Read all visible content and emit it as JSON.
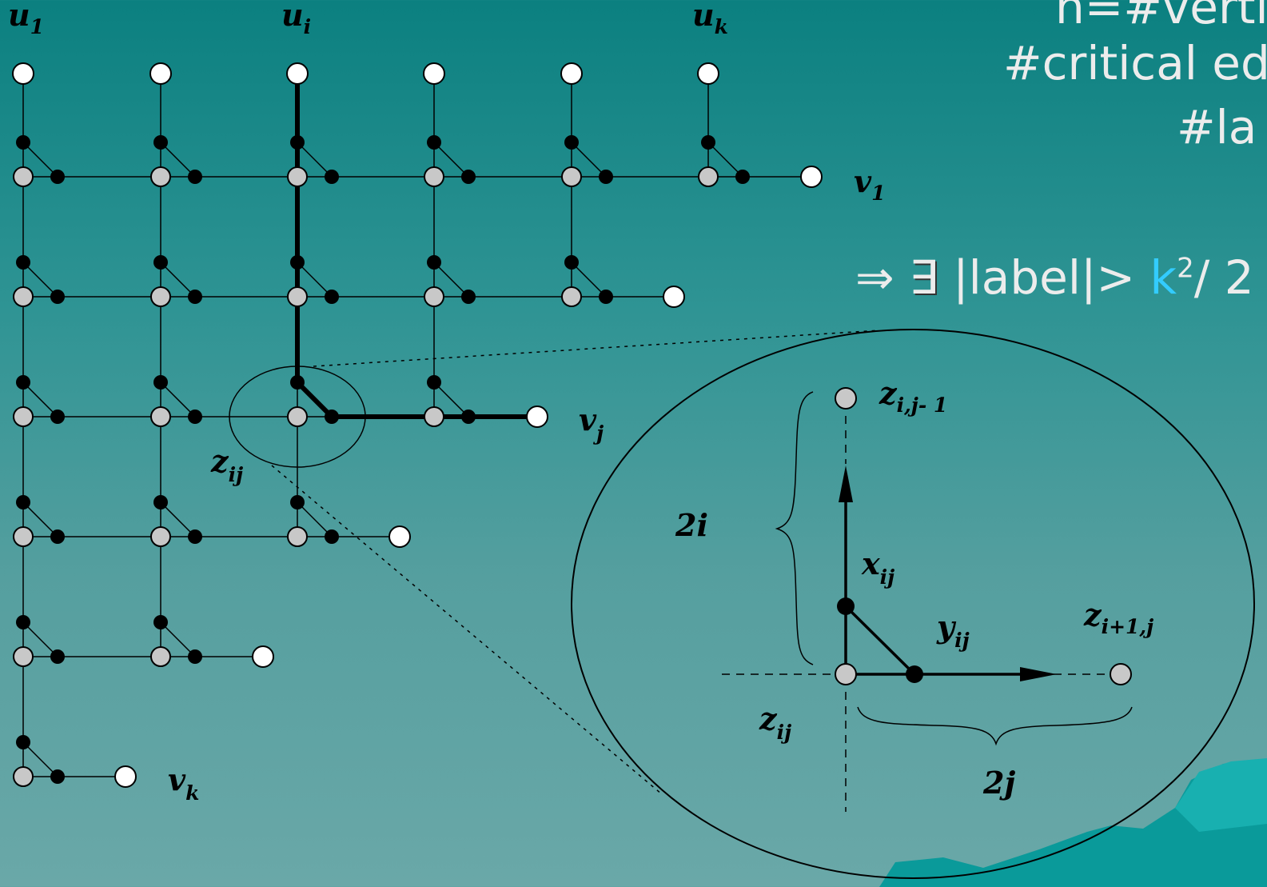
{
  "slide_text": {
    "line1": "n=#verti",
    "line2": "#critical ed",
    "line3": "#la",
    "implies": "⇒",
    "exists": "∃",
    "label_expr": "|label|>",
    "k": "k",
    "sup2": "2",
    "rest": "/ 2"
  },
  "grid_labels": {
    "u1": {
      "base": "u",
      "sub": "1"
    },
    "ui": {
      "base": "u",
      "sub": "i"
    },
    "uk": {
      "base": "u",
      "sub": "k"
    },
    "v1": {
      "base": "v",
      "sub": "1"
    },
    "vj": {
      "base": "v",
      "sub": "j"
    },
    "vk": {
      "base": "v",
      "sub": "k"
    },
    "zij": {
      "base": "z",
      "sub": "ij"
    }
  },
  "zoom_labels": {
    "z_top": {
      "base": "z",
      "sub": "i,j- 1"
    },
    "z_right": {
      "base": "z",
      "sub": "i+1,j"
    },
    "z_center": {
      "base": "z",
      "sub": "ij"
    },
    "x": {
      "base": "x",
      "sub": "ij"
    },
    "y": {
      "base": "y",
      "sub": "ij"
    },
    "two_i": "2i",
    "two_j": "2j"
  },
  "colors": {
    "background_top": "#0b8080",
    "background_bottom": "#6aa8a8",
    "text": "#ececec",
    "highlight_k": "#33ccff",
    "node_gray": "#c8c8c8",
    "node_white": "#ffffff",
    "node_black": "#000000"
  }
}
